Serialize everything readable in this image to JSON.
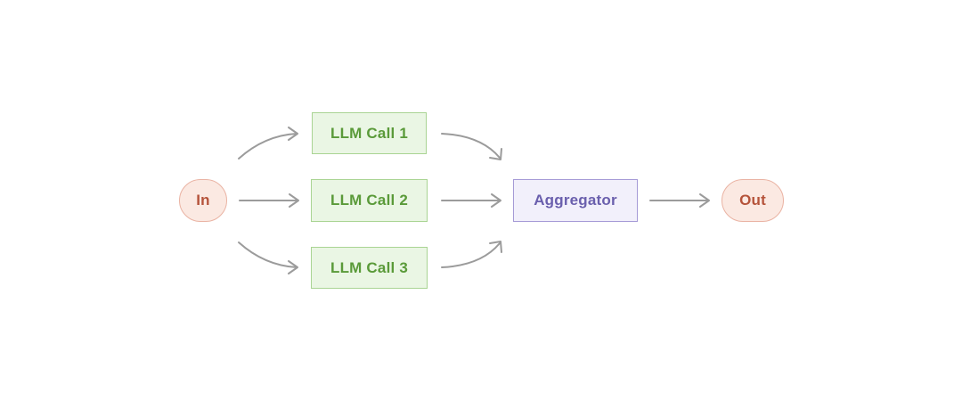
{
  "diagram": {
    "nodes": {
      "input": {
        "label": "In"
      },
      "llm_call_1": {
        "label": "LLM Call 1"
      },
      "llm_call_2": {
        "label": "LLM Call 2"
      },
      "llm_call_3": {
        "label": "LLM Call 3"
      },
      "aggregator": {
        "label": "Aggregator"
      },
      "output": {
        "label": "Out"
      }
    },
    "edges": [
      {
        "from": "In",
        "to": "LLM Call 1"
      },
      {
        "from": "In",
        "to": "LLM Call 2"
      },
      {
        "from": "In",
        "to": "LLM Call 3"
      },
      {
        "from": "LLM Call 1",
        "to": "Aggregator"
      },
      {
        "from": "LLM Call 2",
        "to": "Aggregator"
      },
      {
        "from": "LLM Call 3",
        "to": "Aggregator"
      },
      {
        "from": "Aggregator",
        "to": "Out"
      }
    ]
  },
  "colors": {
    "terminal_fill": "#fbe9e2",
    "terminal_border": "#eab3a3",
    "terminal_text": "#b5533a",
    "llm_fill": "#eaf6e4",
    "llm_border": "#a9d493",
    "llm_text": "#5a9a39",
    "aggregator_fill": "#f2f0fb",
    "aggregator_border": "#a69bd6",
    "aggregator_text": "#6a5fad",
    "arrow": "#9b9b9b"
  }
}
